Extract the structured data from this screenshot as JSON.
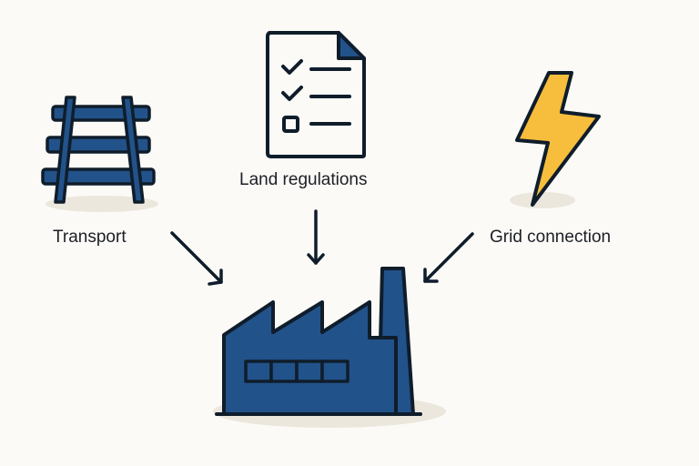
{
  "diagram": {
    "title": "Factors influencing factory location",
    "colors": {
      "navy": "#22528a",
      "outline": "#0f1d2b",
      "yellow": "#f6be3c",
      "shadow": "#ebe6dc",
      "background": "#fbfaf6"
    },
    "nodes": [
      {
        "id": "transport",
        "label": "Transport",
        "icon": "railway-track-icon"
      },
      {
        "id": "land",
        "label": "Land regulations",
        "icon": "checklist-document-icon"
      },
      {
        "id": "grid",
        "label": "Grid connection",
        "icon": "lightning-bolt-icon"
      },
      {
        "id": "factory",
        "label": "",
        "icon": "factory-icon"
      }
    ],
    "edges": [
      {
        "from": "transport",
        "to": "factory"
      },
      {
        "from": "land",
        "to": "factory"
      },
      {
        "from": "grid",
        "to": "factory"
      }
    ]
  }
}
